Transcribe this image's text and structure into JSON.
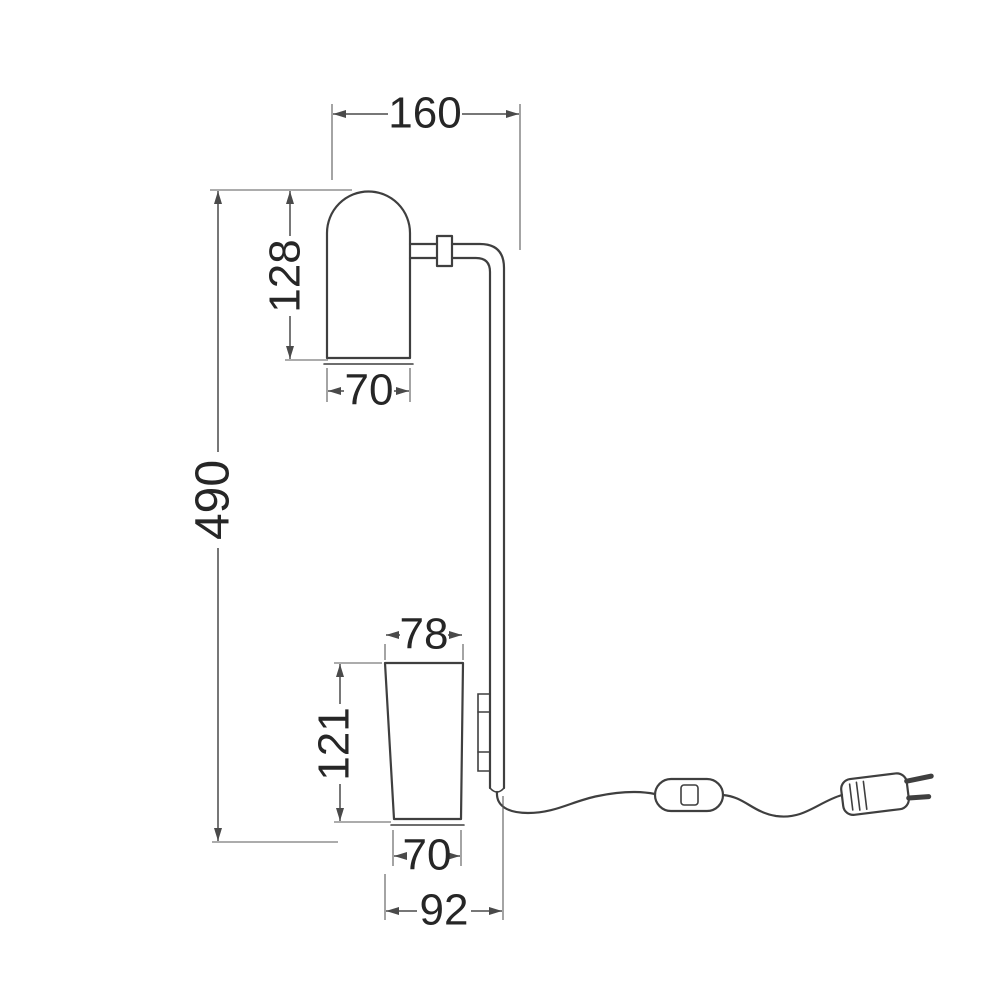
{
  "page": {
    "background": "#ffffff",
    "line_color": "#3f3f3f",
    "dimension_line_color": "#4a4a4a",
    "text_color": "#262626"
  },
  "diagram": {
    "kind": "technical-dimension-drawing",
    "subject": "table lamp with cylindrical head, L-shaped pole, tapered base, power cord with inline switch and plug",
    "labels": {
      "head_overall_width": "160",
      "head_height": "128",
      "head_width": "70",
      "overall_height": "490",
      "base_top_width": "78",
      "base_height": "121",
      "base_bottom_width": "70",
      "base_overall_width": "92"
    }
  }
}
